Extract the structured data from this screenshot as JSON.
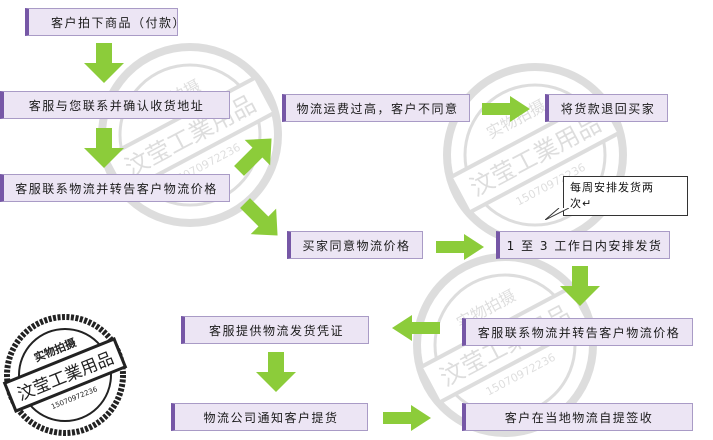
{
  "boxes": {
    "b1": "客户拍下商品（付款）",
    "b2": "客服与您联系并确认收货地址",
    "b3": "物流运费过高，客户不同意",
    "b4": "将货款退回买家",
    "b5": "客服联系物流并转告客户物流价格",
    "b6": "买家同意物流价格",
    "b7": "1 至 3 工作日内安排发货",
    "b8": "客服联系物流并转告客户物流价格",
    "b9": "客服提供物流发货凭证",
    "b10": "物流公司通知客户提货",
    "b11": "客户在当地物流自提签收"
  },
  "callout": {
    "line1": "每周安排发货两",
    "line2": "次↵"
  },
  "stamp": {
    "top": "实物拍摄",
    "middle": "汶莹工業用品",
    "bottom": "15070972236"
  },
  "colors": {
    "box_fill": "#ece5f4",
    "box_accent": "#7657a6",
    "arrow_green": "#8ccc3a"
  }
}
